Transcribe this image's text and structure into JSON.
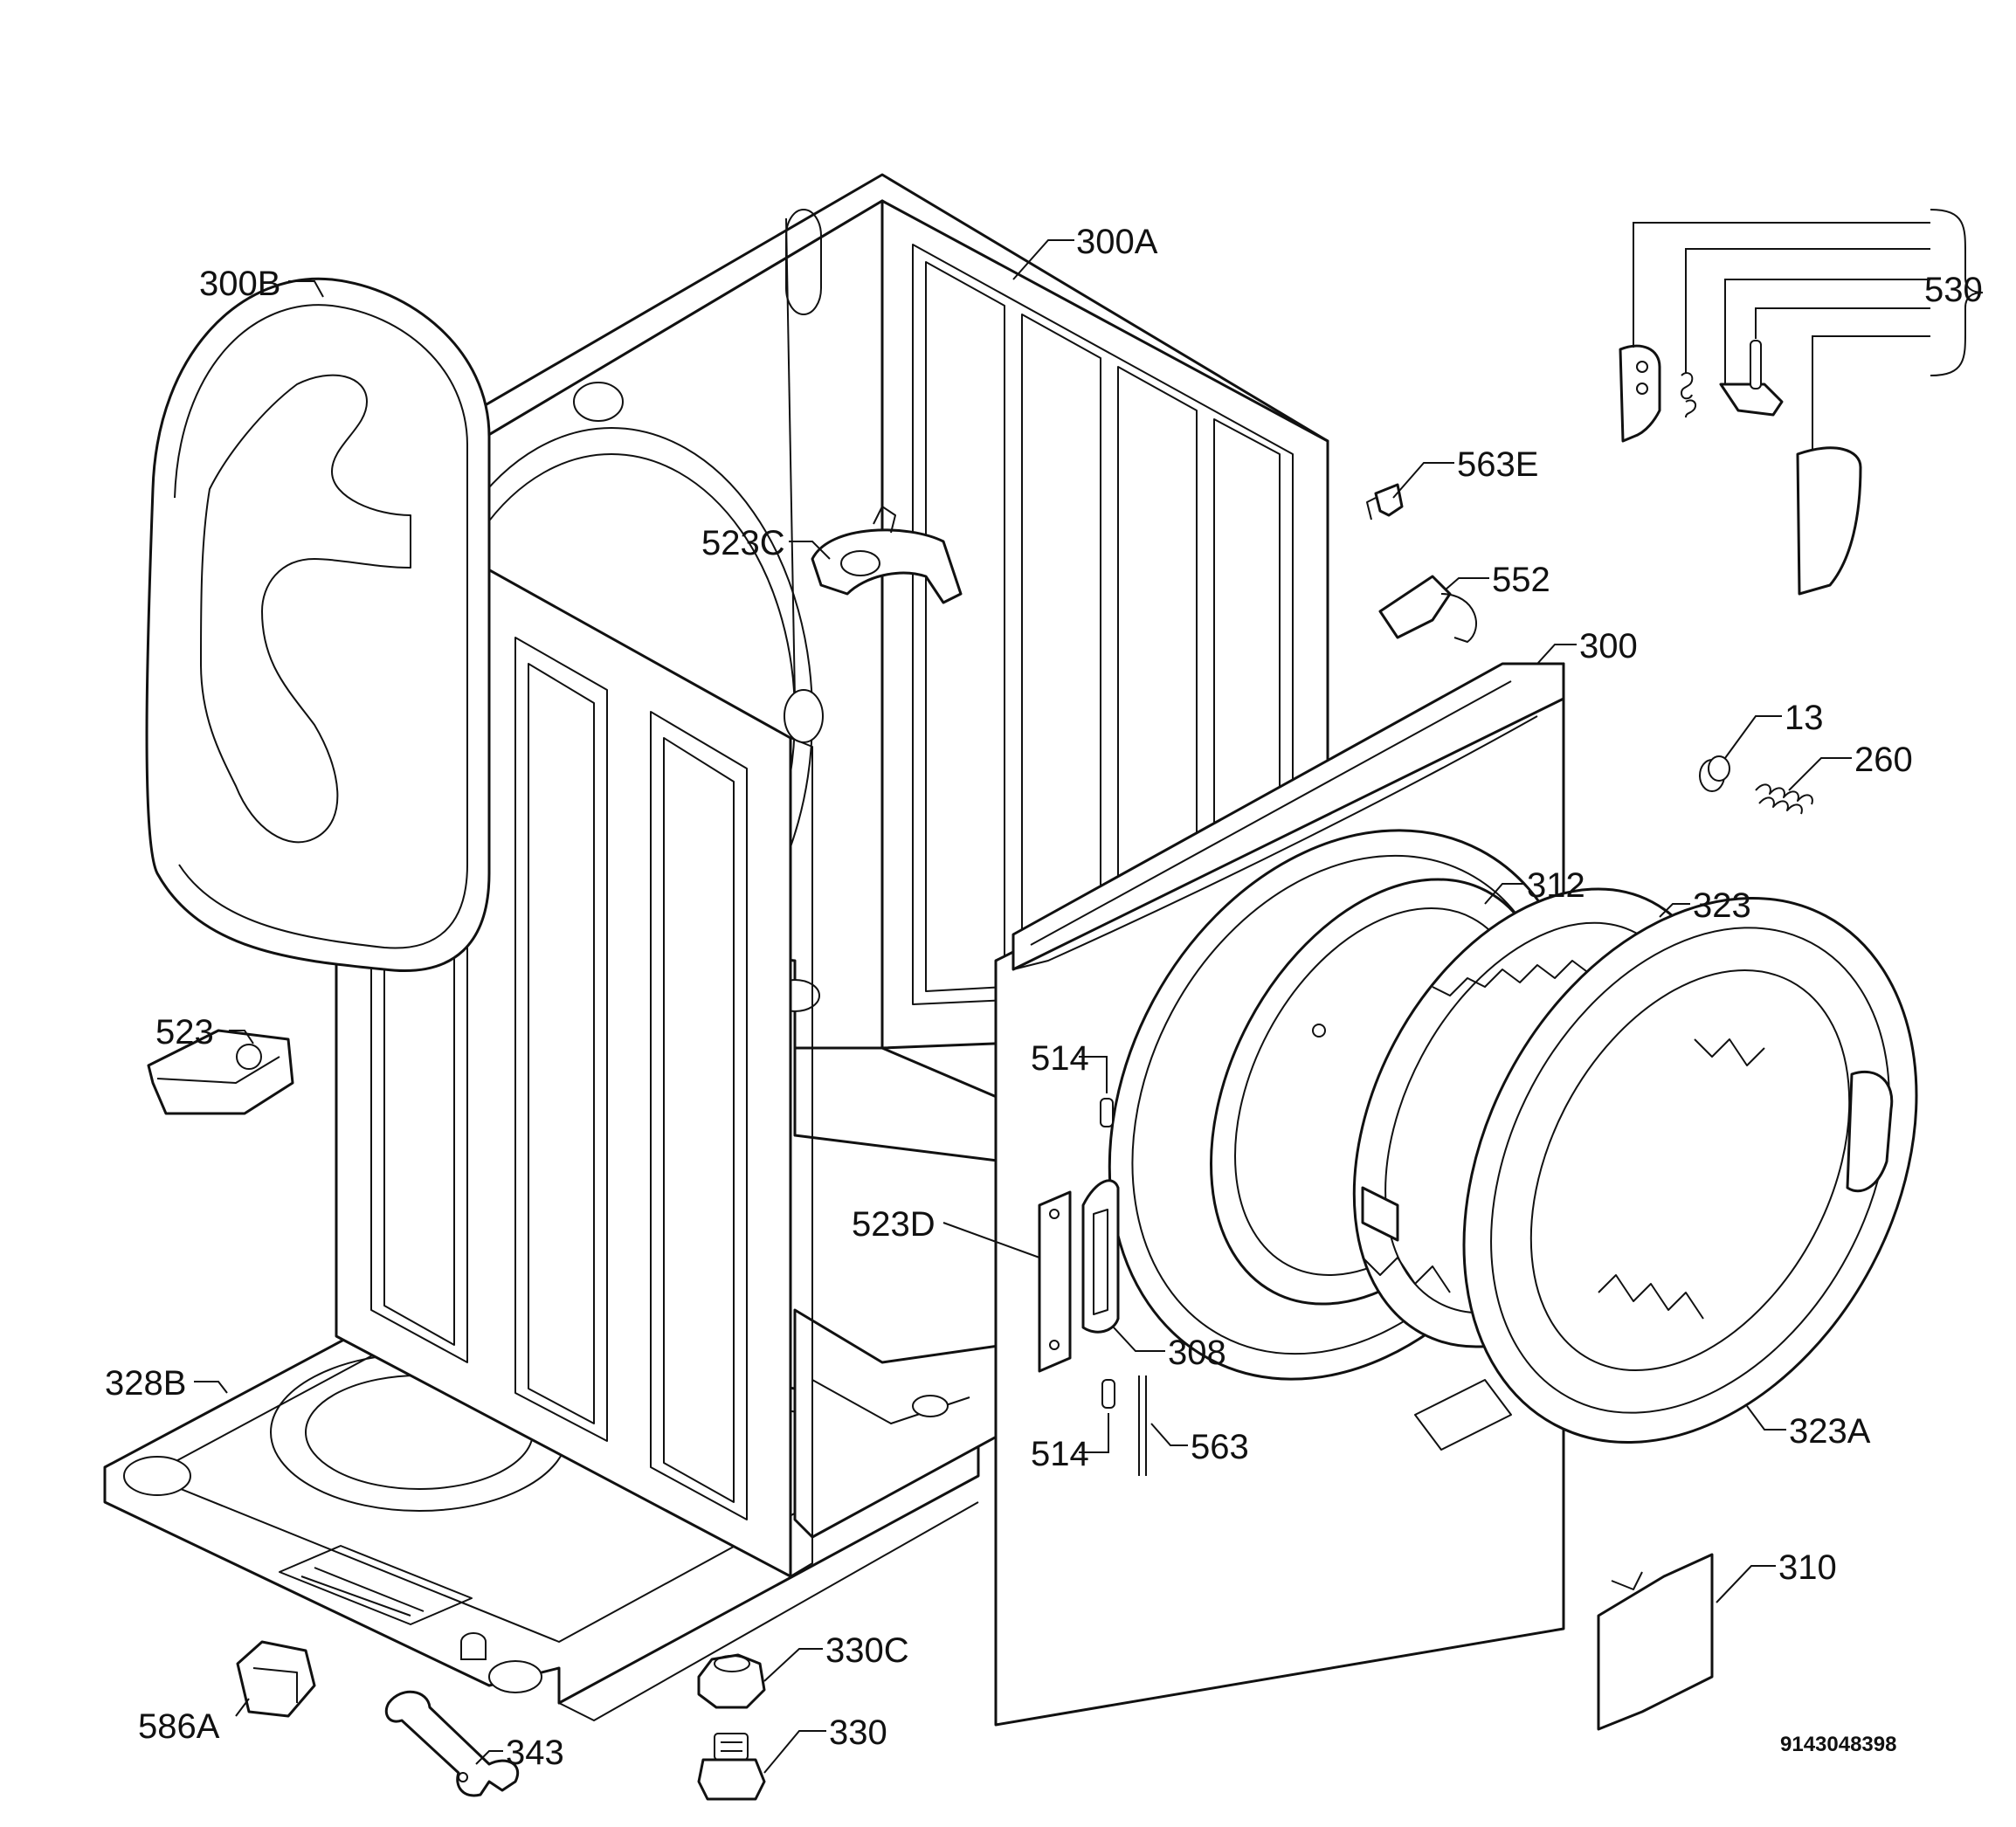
{
  "diagram": {
    "code": "9143048398",
    "labels": [
      {
        "id": "300A",
        "text": "300A"
      },
      {
        "id": "300B",
        "text": "300B"
      },
      {
        "id": "530",
        "text": "530"
      },
      {
        "id": "563E",
        "text": "563E"
      },
      {
        "id": "523C",
        "text": "523C"
      },
      {
        "id": "552",
        "text": "552"
      },
      {
        "id": "300",
        "text": "300"
      },
      {
        "id": "13",
        "text": "13"
      },
      {
        "id": "260",
        "text": "260"
      },
      {
        "id": "312",
        "text": "312"
      },
      {
        "id": "323",
        "text": "323"
      },
      {
        "id": "523",
        "text": "523"
      },
      {
        "id": "514a",
        "text": "514"
      },
      {
        "id": "523D",
        "text": "523D"
      },
      {
        "id": "308",
        "text": "308"
      },
      {
        "id": "514b",
        "text": "514"
      },
      {
        "id": "563",
        "text": "563"
      },
      {
        "id": "323A",
        "text": "323A"
      },
      {
        "id": "328B",
        "text": "328B"
      },
      {
        "id": "310",
        "text": "310"
      },
      {
        "id": "330C",
        "text": "330C"
      },
      {
        "id": "586A",
        "text": "586A"
      },
      {
        "id": "343",
        "text": "343"
      },
      {
        "id": "330",
        "text": "330"
      }
    ]
  }
}
